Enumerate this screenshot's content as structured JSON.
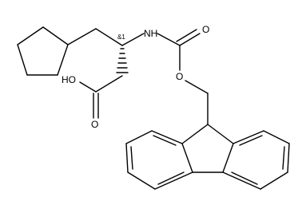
{
  "atoms": {
    "nh": "NH",
    "carbonyl_o": "O",
    "ester_o": "O",
    "acid_oh": "HO",
    "acid_o": "O"
  },
  "stereo": "&1",
  "colors": {
    "ink": "#000000",
    "background": "#ffffff"
  }
}
